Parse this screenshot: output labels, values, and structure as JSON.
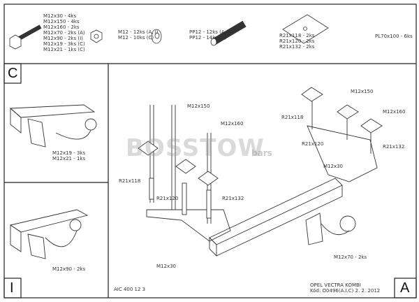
{
  "parts": {
    "bolts": [
      "M12x30 - 4ks",
      "M12x150 - 4ks",
      "M12x160 - 2ks",
      "M12x70 - 2ks (A)",
      "M12x90 - 2ks (I)",
      "M12x19 - 3ks (C)",
      "M12x21 - 1ks (C)"
    ],
    "nuts": [
      "M12 - 12ks (A, I)",
      "M12 - 10ks (C)"
    ],
    "washers": [
      "PP12 - 12ks (A, I)",
      "PP12 - 14ks (C)"
    ],
    "tubes": [
      "R21x118 - 2ks",
      "R21x120 - 2ks",
      "R21x132 - 2ks"
    ],
    "plates": [
      "PL70x100 - 6ks"
    ]
  },
  "panels": {
    "c": {
      "letter": "C",
      "labels": [
        "M12x19 - 3ks",
        "M12x21 - 1ks"
      ]
    },
    "i": {
      "letter": "I",
      "labels": [
        "M12x90 - 2ks"
      ]
    },
    "a": {
      "letter": "A"
    }
  },
  "main": {
    "left_labels": {
      "m12x150": "M12x150",
      "m12x160": "M12x160",
      "r21x118": "R21x118",
      "r21x120": "R21x120",
      "r21x132": "R21x132",
      "m12x30": "M12x30"
    },
    "right_labels": {
      "m12x150": "M12x150",
      "r21x118": "R21x118",
      "m12x160": "M12x160",
      "r21x120": "R21x120",
      "r21x132": "R21x132",
      "m12x30": "M12x30",
      "m12x70": "M12x70 - 2ks"
    },
    "watermark": "BOSSTOW",
    "watermark_sub": "bars"
  },
  "footer": {
    "code": "AIC 400 12 3",
    "vehicle": "OPEL VECTRA KOMBI",
    "kod": "Kód: O0496(A.I.C)  2. 2. 2012"
  }
}
